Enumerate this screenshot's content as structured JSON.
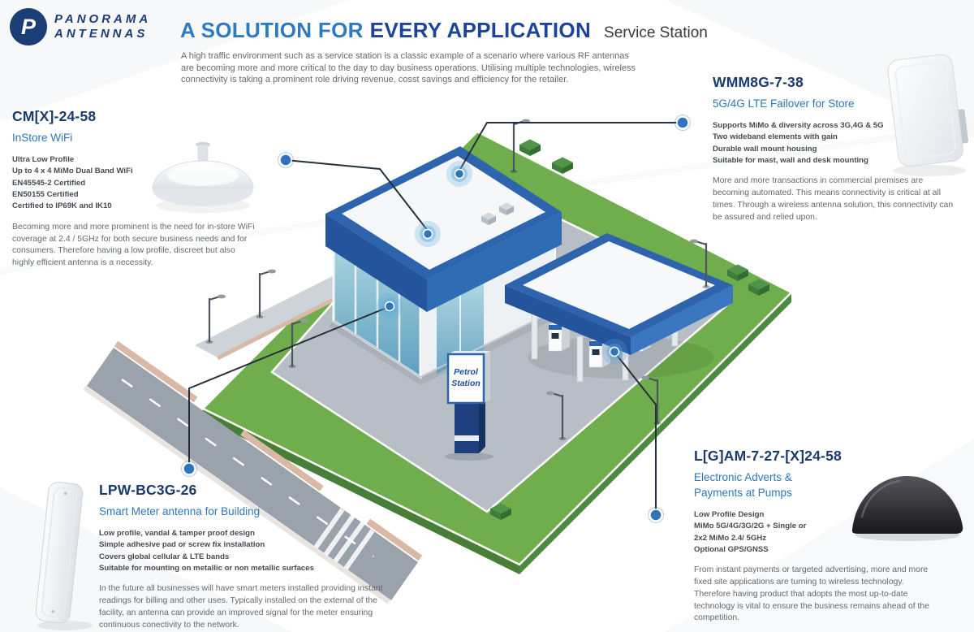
{
  "logo": {
    "monogram": "P",
    "name_line1": "PANORAMA",
    "name_line2": "ANTENNAS"
  },
  "header": {
    "title_light": "A SOLUTION FOR",
    "title_dark": "EVERY APPLICATION",
    "subtitle": "Service Station",
    "intro": "A high traffic environment such as a service station is a classic example of a scenario where various RF antennas are becoming more and more critical to the day to day business operations. Utilising multiple technologies, wireless connectivity is taking a prominent role driving revenue, cosst savings and efficiency for the retailer."
  },
  "products": {
    "instore": {
      "code": "CM[X]-24-58",
      "name": "InStore WiFi",
      "features": [
        "Ultra Low Profile",
        "Up to 4 x 4 MiMo Dual Band WiFi",
        "EN45545-2 Certified",
        "EN50155 Certified",
        "Certified to IP69K and IK10"
      ],
      "description": "Becoming more and more prominent is the need for in-store WiFi coverage at 2.4 / 5GHz for both secure business needs and for consumers. Therefore having a low profile, discreet but also highly efficient antenna is a necessity."
    },
    "failover": {
      "code": "WMM8G-7-38",
      "name": "5G/4G LTE Failover for Store",
      "features": [
        "Supports MiMo & diversity across 3G,4G & 5G",
        "Two wideband elements with gain",
        "Durable wall mount housing",
        "Suitable for mast, wall and desk mounting"
      ],
      "description": "More and more transactions in commercial premises are becoming automated. This means connectivity is critical at all times. Through a wireless antenna solution, this connectivity can be assured and relied upon."
    },
    "smartmeter": {
      "code": "LPW-BC3G-26",
      "name": "Smart Meter antenna for Building",
      "features": [
        "Low profile, vandal & tamper proof design",
        "Simple adhesive pad or screw fix installation",
        "Covers global cellular & LTE bands",
        "Suitable for mounting on metallic or non metallic surfaces"
      ],
      "description": "In the future all businesses will have smart meters installed providing instant readings for billing and other uses. Typically installed on the external of the facility, an antenna can provide an improved signal for the meter ensuring continuous conectivity to the network."
    },
    "pumps": {
      "code": "L[G]AM-7-27-[X]24-58",
      "name_line1": "Electronic Adverts &",
      "name_line2": "Payments at Pumps",
      "features": [
        "Low Profile Design",
        "MiMo 5G/4G/3G/2G + Single or",
        "2x2 MiMo 2.4/ 5GHz",
        "Optional GPS/GNSS"
      ],
      "description": "From instant payments or targeted advertising, more and more fixed site applications are turning to wireless technology. Therefore having product that adopts the most up-to-date technology is vital to ensure the business remains ahead of the competition."
    }
  },
  "illustration": {
    "sign_line1": "Petrol",
    "sign_line2": "Station"
  },
  "colors": {
    "title_light_blue": "#2d7bc0",
    "title_dark_blue": "#1d449a",
    "code_navy": "#1a3a6d",
    "product_blue": "#2e78b8",
    "roof_blue": "#2d64ad",
    "grass_green": "#6fad4d",
    "connector_dark": "#26303c",
    "dot_blue": "#2f74ba"
  }
}
